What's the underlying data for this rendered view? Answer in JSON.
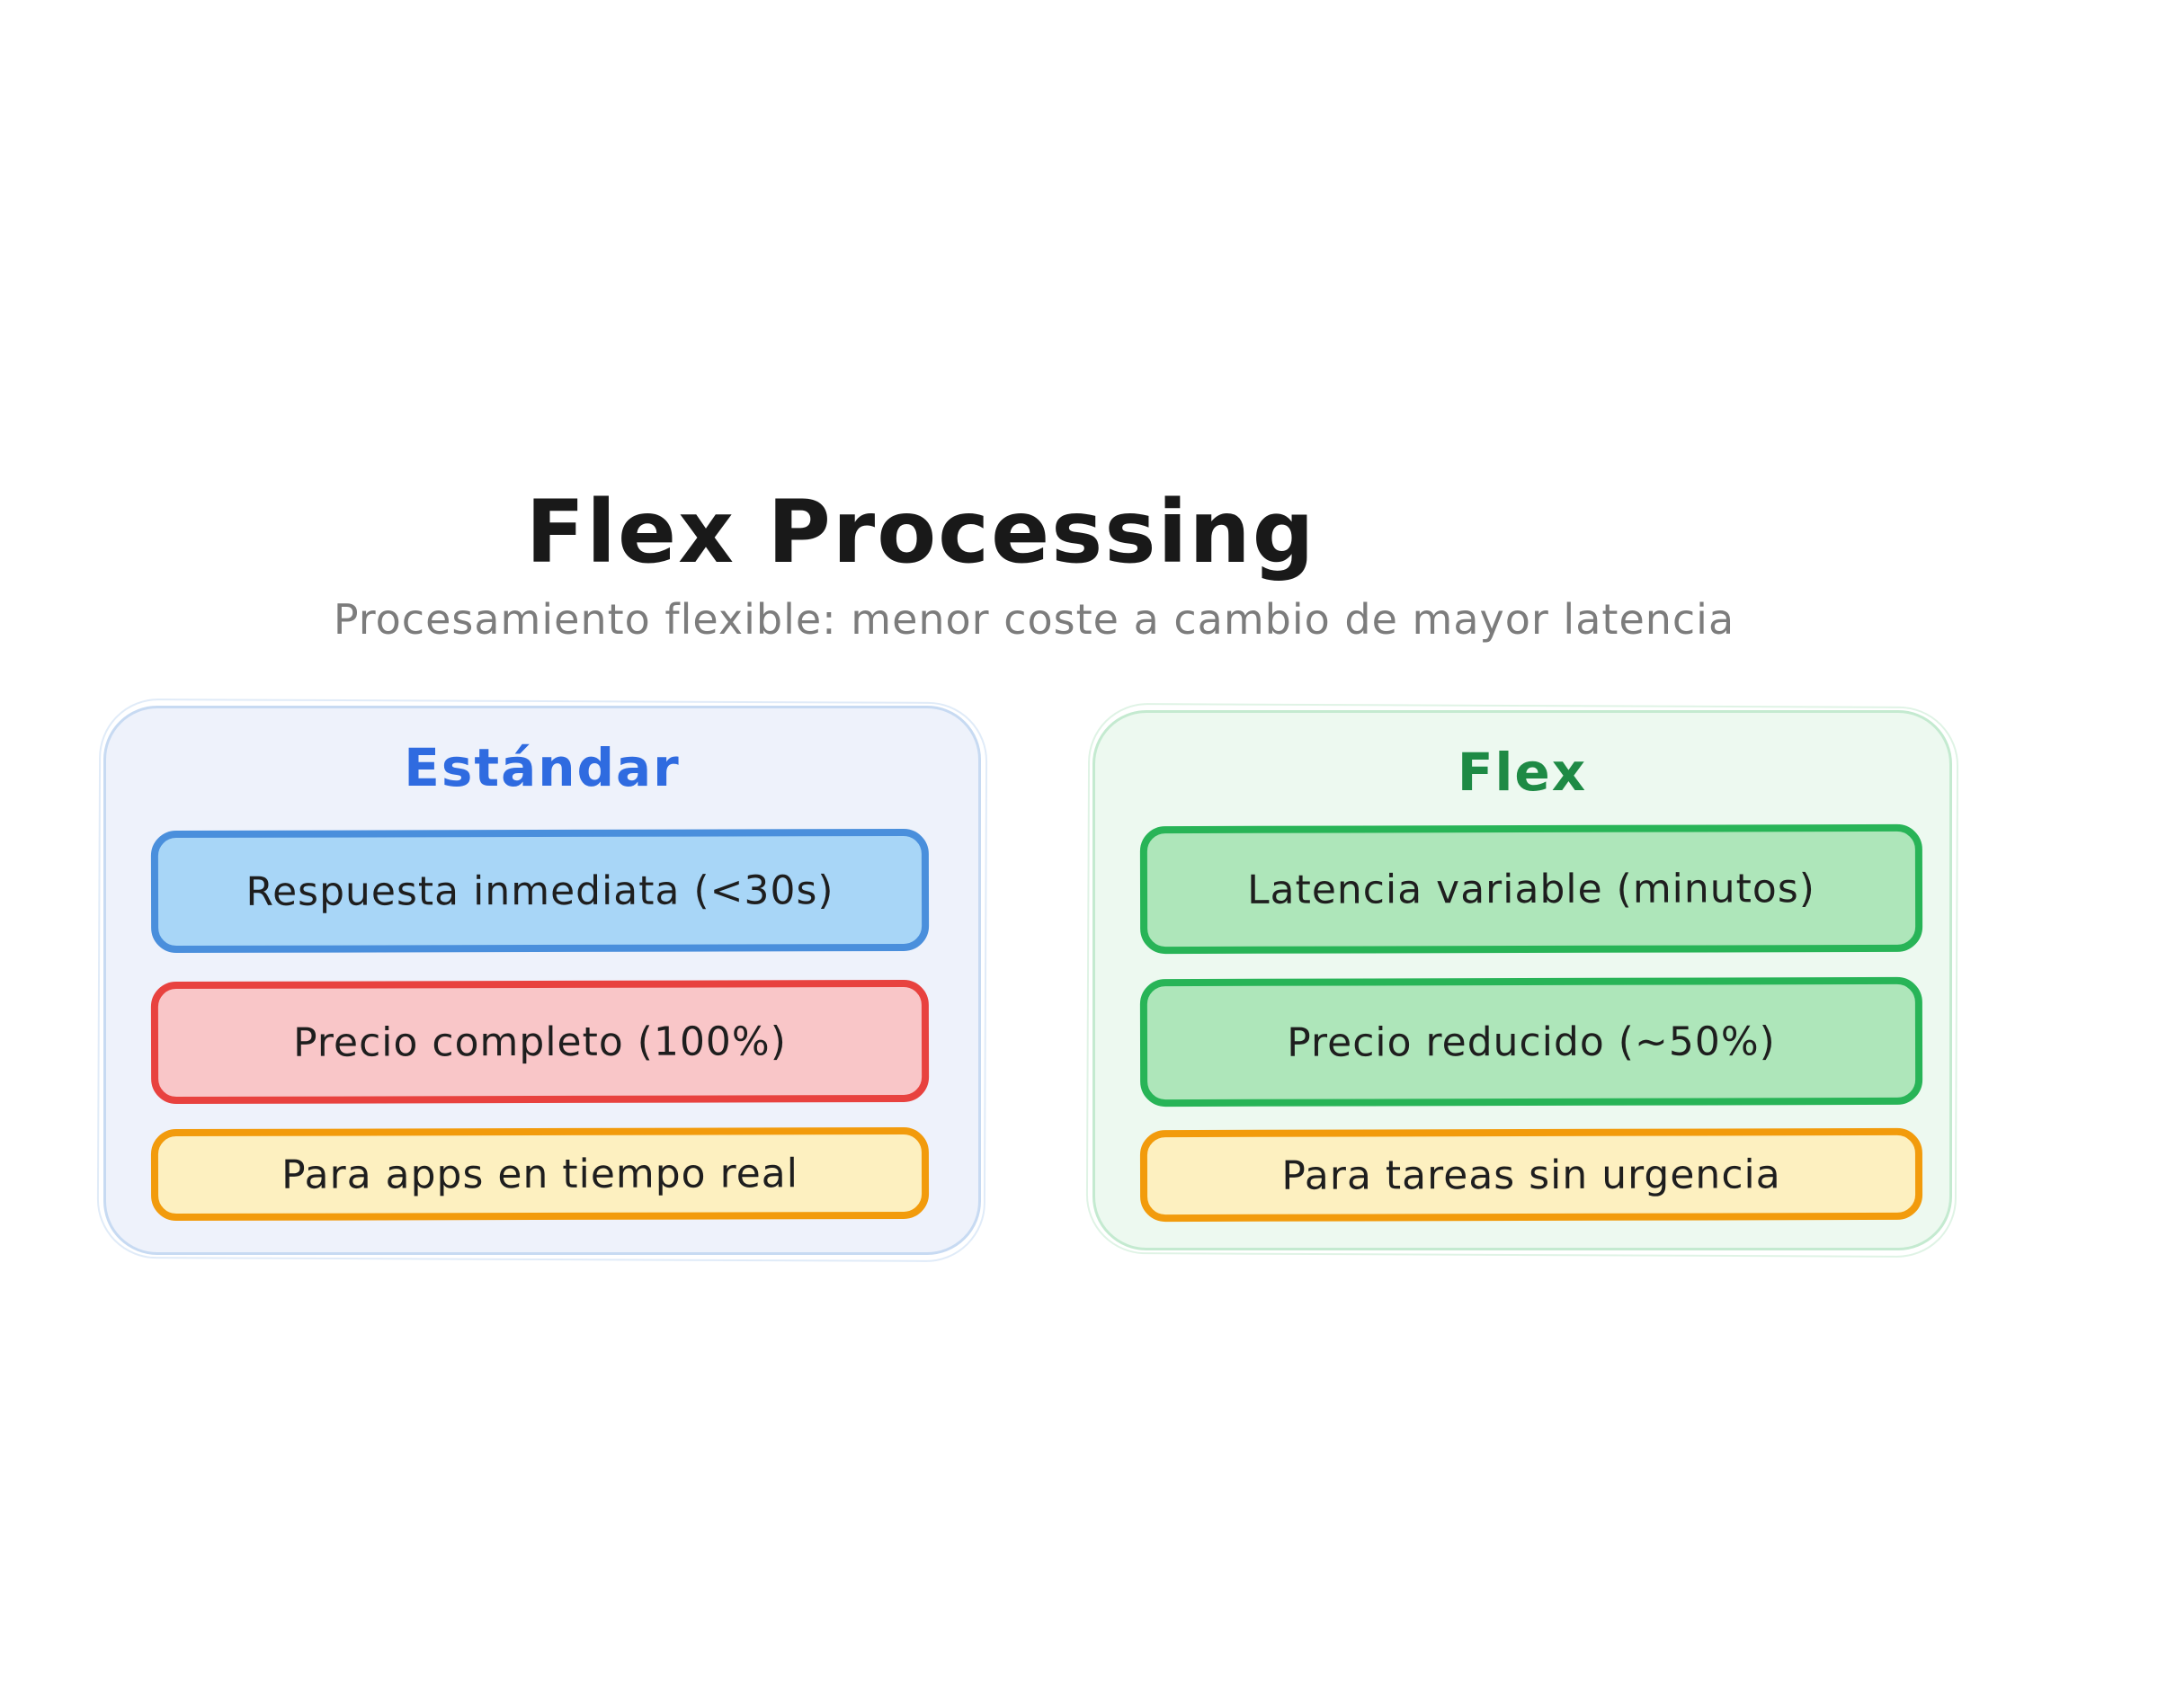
{
  "header": {
    "title": "Flex Processing",
    "subtitle": "Procesamiento flexible: menor coste a cambio de mayor latencia"
  },
  "cards": [
    {
      "id": "standard",
      "title": "Estándar",
      "items": [
        {
          "label": "Respuesta inmediata (<30s)",
          "color": "blue"
        },
        {
          "label": "Precio completo (100%)",
          "color": "red"
        },
        {
          "label": "Para apps en tiempo real",
          "color": "yellow"
        }
      ]
    },
    {
      "id": "flex",
      "title": "Flex",
      "items": [
        {
          "label": "Latencia variable (minutos)",
          "color": "green"
        },
        {
          "label": "Precio reducido (~50%)",
          "color": "green"
        },
        {
          "label": "Para tareas sin urgencia",
          "color": "yellow"
        }
      ]
    }
  ],
  "colors": {
    "title_text": "#191919",
    "subtitle_text": "#7c7c7c",
    "item_text": "#1e1e1e",
    "standard_card_bg": "#eef2fb",
    "standard_card_border": "#c7daf2",
    "standard_title": "#2f6be0",
    "flex_card_bg": "#edf9f0",
    "flex_card_border": "#c4ead0",
    "flex_title": "#1e8a45",
    "blue_fill": "#a8d6f7",
    "blue_border": "#4a8fdc",
    "red_fill": "#f9c6c8",
    "red_border": "#e8423f",
    "yellow_fill": "#fdf0c0",
    "yellow_border": "#f29b0c",
    "green_fill": "#aee6ba",
    "green_border": "#28b457"
  }
}
